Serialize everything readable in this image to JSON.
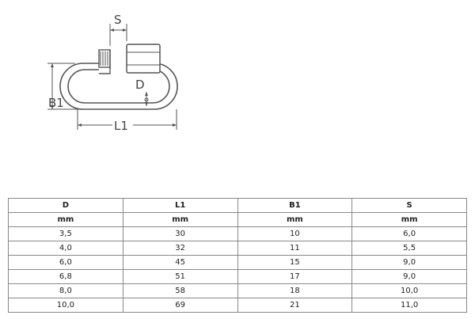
{
  "diagram": {
    "labels": {
      "s": "S",
      "d": "D",
      "b1": "B1",
      "l1": "L1"
    }
  },
  "table": {
    "headers": [
      "D",
      "L1",
      "B1",
      "S"
    ],
    "units": [
      "mm",
      "mm",
      "mm",
      "mm"
    ],
    "rows": [
      [
        "3,5",
        "30",
        "10",
        "6,0"
      ],
      [
        "4,0",
        "32",
        "11",
        "5,5"
      ],
      [
        "6,0",
        "45",
        "15",
        "9,0"
      ],
      [
        "6,8",
        "51",
        "17",
        "9,0"
      ],
      [
        "8,0",
        "58",
        "18",
        "10,0"
      ],
      [
        "10,0",
        "69",
        "21",
        "11,0"
      ]
    ]
  }
}
